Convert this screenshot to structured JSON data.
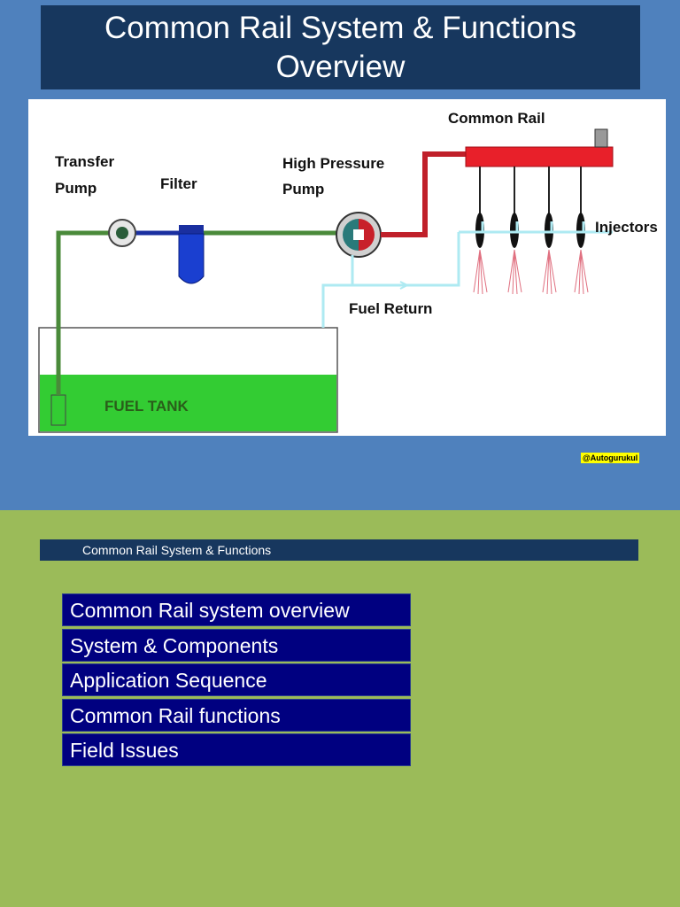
{
  "slide1": {
    "title_line1": "Common Rail System & Functions",
    "title_line2": "Overview",
    "diagram_labels": {
      "common_rail": "Common Rail",
      "transfer_pump_1": "Transfer",
      "transfer_pump_2": "Pump",
      "filter": "Filter",
      "high_pressure_1": "High Pressure",
      "high_pressure_2": "Pump",
      "injectors": "Injectors",
      "fuel_return": "Fuel Return",
      "fuel_tank": "FUEL TANK"
    },
    "watermark": "@Autogurukul"
  },
  "slide2": {
    "header": "Common Rail System & Functions",
    "menu": [
      "Common Rail system overview",
      "System & Components",
      "Application Sequence",
      "Common Rail functions",
      "Field Issues"
    ]
  },
  "colors": {
    "slide1_bg": "#4f81bd",
    "slide2_bg": "#9bbb59",
    "title_bg": "#17375e",
    "menu_bg": "#000080",
    "fuel_green": "#33cc33",
    "rail_red": "#e8202a",
    "return_cyan": "#aeeaf2"
  }
}
